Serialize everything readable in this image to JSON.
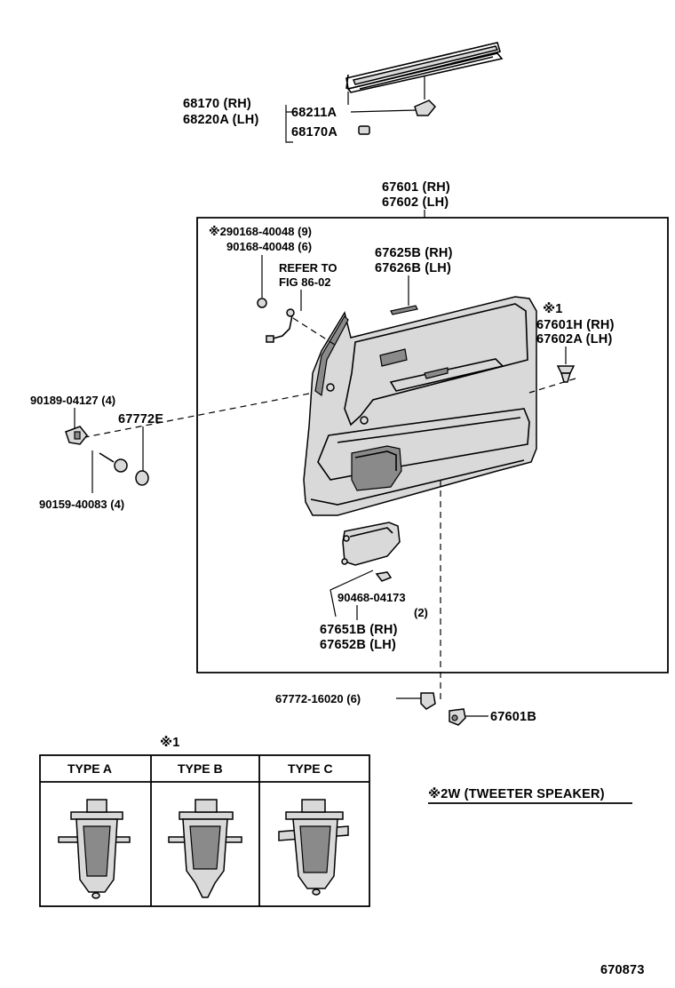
{
  "moulding": {
    "label_main": "68170   (RH)",
    "label_main_lh": "68220A (LH)",
    "clip": "68211A",
    "clip_b": "68170A"
  },
  "trim": {
    "header_rh": "67601 (RH)",
    "header_lh": "67602 (LH)",
    "screw_a": "※290168-40048 (9)",
    "screw_b": "90168-40048 (6)",
    "refer_1": "REFER TO",
    "refer_2": "FIG 86-02",
    "handle_rh": "67625B (RH)",
    "handle_lh": "67626B (LH)",
    "clip_mark": "※1",
    "clip_rh": "67601H (RH)",
    "clip_lh": "67602A (LH)",
    "nut": "90189-04127 (4)",
    "cap": "67772E",
    "bolt": "90159-40083 (4)",
    "pocket_screw": "90468-04173",
    "pocket_screw_qty": "(2)",
    "pocket_rh": "67651B (RH)",
    "pocket_lh": "67652B (LH)",
    "bottom_clip": "67772-16020 (6)",
    "bottom_clip_b": "67601B"
  },
  "types": {
    "mark": "※1",
    "headers": [
      "TYPE A",
      "TYPE B",
      "TYPE C"
    ]
  },
  "note": {
    "text": "※2W (TWEETER SPEAKER)"
  },
  "figure_number": "670873"
}
